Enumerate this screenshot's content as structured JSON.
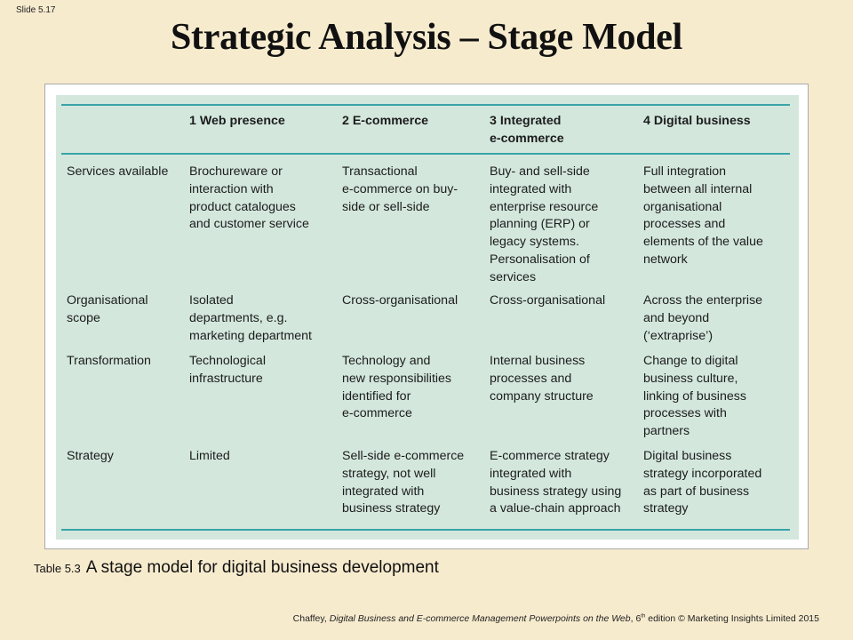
{
  "slide_number": "Slide 5.17",
  "title": "Strategic Analysis – Stage Model",
  "table": {
    "headers": [
      "",
      "1 Web presence",
      "2 E-commerce",
      "3 Integrated\ne-commerce",
      "4 Digital business"
    ],
    "rows": [
      {
        "label": "Services available",
        "cells": [
          "Brochureware or\ninteraction with\nproduct catalogues\nand customer service",
          "Transactional\ne-commerce on buy-\nside or sell-side",
          "Buy- and sell-side\nintegrated with\nenterprise resource\nplanning (ERP) or\nlegacy systems.\nPersonalisation of\nservices",
          "Full integration\nbetween all internal\norganisational\nprocesses and\nelements of the value\nnetwork"
        ]
      },
      {
        "label": "Organisational\nscope",
        "cells": [
          "Isolated\ndepartments, e.g.\nmarketing department",
          "Cross-organisational",
          "Cross-organisational",
          "Across the enterprise\nand beyond\n(‘extraprise’)"
        ]
      },
      {
        "label": "Transformation",
        "cells": [
          "Technological\ninfrastructure",
          "Technology and\nnew responsibilities\nidentified for\ne-commerce",
          "Internal business\nprocesses and\ncompany structure",
          "Change to digital\nbusiness culture,\nlinking of business\nprocesses with\npartners"
        ]
      },
      {
        "label": "Strategy",
        "cells": [
          "Limited",
          "Sell-side e-commerce\nstrategy, not well\nintegrated with\nbusiness strategy",
          "E-commerce strategy\nintegrated with\nbusiness strategy using\na value-chain approach",
          "Digital business\nstrategy incorporated\nas part of business\nstrategy"
        ]
      }
    ]
  },
  "caption": {
    "tag": "Table 5.3",
    "text": "A stage model for digital business development"
  },
  "footer": {
    "author": "Chaffey, ",
    "book_title": "Digital Business and E-commerce Management Powerpoints on the Web",
    "edition_pre": ", 6",
    "edition_sup": "th",
    "edition_post": " edition © Marketing Insights Limited 2015"
  },
  "colors": {
    "background": "#f7ebce",
    "table_fill": "#d3e7dd",
    "rule": "#3aa3a9"
  }
}
